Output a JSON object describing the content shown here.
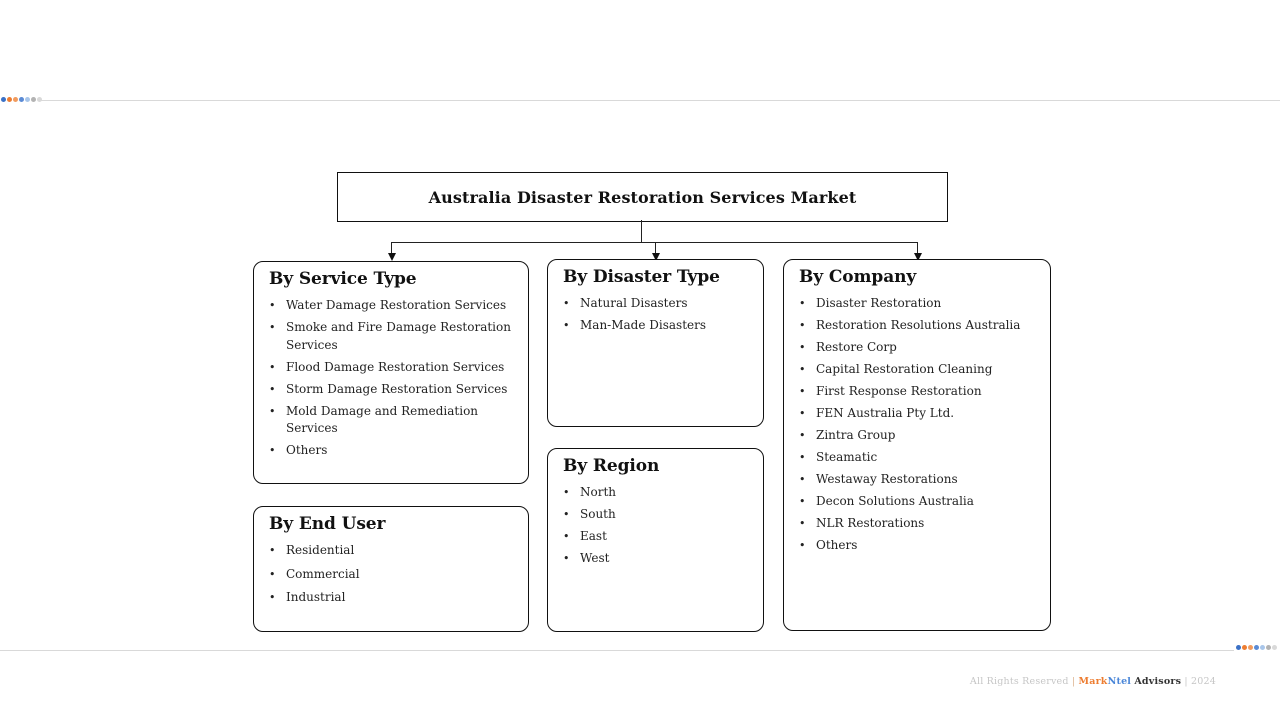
{
  "decor": {
    "dot_colors": [
      "#3b71c6",
      "#ed7d31",
      "#f19b5e",
      "#5b8bd5",
      "#a9c6ea",
      "#b3b3b3",
      "#d9d9d9"
    ],
    "rule_color": "#d9d9d9"
  },
  "diagram": {
    "title": "Australia Disaster Restoration Services Market",
    "sections": [
      {
        "title": "By Service Type",
        "items": [
          "Water Damage Restoration Services",
          "Smoke and Fire Damage Restoration Services",
          "Flood Damage Restoration Services",
          "Storm Damage Restoration Services",
          "Mold Damage and Remediation Services",
          "Others"
        ]
      },
      {
        "title": "By End User",
        "items": [
          "Residential",
          "Commercial",
          "Industrial"
        ]
      },
      {
        "title": "By Disaster Type",
        "items": [
          "Natural Disasters",
          "Man-Made Disasters"
        ]
      },
      {
        "title": "By Region",
        "items": [
          "North",
          "South",
          "East",
          "West"
        ]
      },
      {
        "title": "By Company",
        "items": [
          "Disaster Restoration",
          "Restoration Resolutions Australia",
          "Restore Corp",
          "Capital Restoration Cleaning",
          "First Response Restoration",
          "FEN Australia Pty Ltd.",
          "Zintra Group",
          "Steamatic",
          "Westaway Restorations",
          "Decon Solutions Australia",
          "NLR Restorations",
          "Others"
        ]
      }
    ]
  },
  "footer": {
    "rights": "All Rights Reserved",
    "separator": "|",
    "brand_mark": "Mark",
    "brand_ntel": "Ntel",
    "brand_advisors": "Advisors",
    "year": "2024",
    "colors": {
      "rights": "#c6c6c6",
      "separator1": "#dcb48e",
      "mark": "#ed7d31",
      "ntel": "#4a86d8",
      "advisors": "#333333",
      "separator2": "#c6c6c6",
      "year": "#c6c6c6"
    }
  }
}
